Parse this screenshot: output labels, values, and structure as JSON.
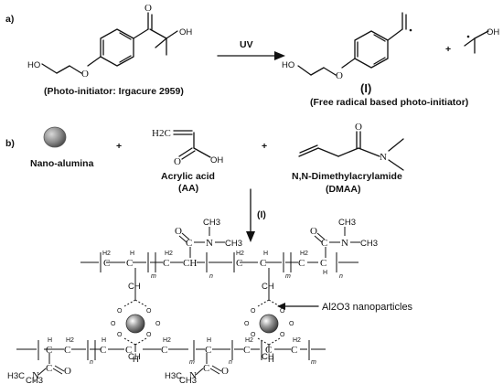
{
  "panel_a": {
    "label": "a)",
    "photoinitiator_caption": "(Photo-initiator: Irgacure 2959)",
    "arrow_label": "UV",
    "product_number": "(I)",
    "product_caption": "(Free radical based  photo-initiator)",
    "plus": "+",
    "ho": "HO",
    "oh": "OH",
    "o": "O"
  },
  "panel_b": {
    "label": "b)",
    "nano_alumina": "Nano-alumina",
    "plus": "+",
    "acrylic_acid_name": "Acrylic acid",
    "acrylic_acid_abbr": "(AA)",
    "dmaa_name": "N,N-Dimethylacrylamide",
    "dmaa_abbr": "(DMAA)",
    "arrow_label": "(I)",
    "nanoparticle_label": "Al2O3 nanoparticles",
    "h2c": "H2C",
    "oh": "OH",
    "o": "O",
    "n": "N",
    "ch3": "CH3",
    "h3c": "H3C",
    "c": "C",
    "ch": "CH",
    "h": "H",
    "h2": "H2",
    "m": "m",
    "nn": "n"
  }
}
